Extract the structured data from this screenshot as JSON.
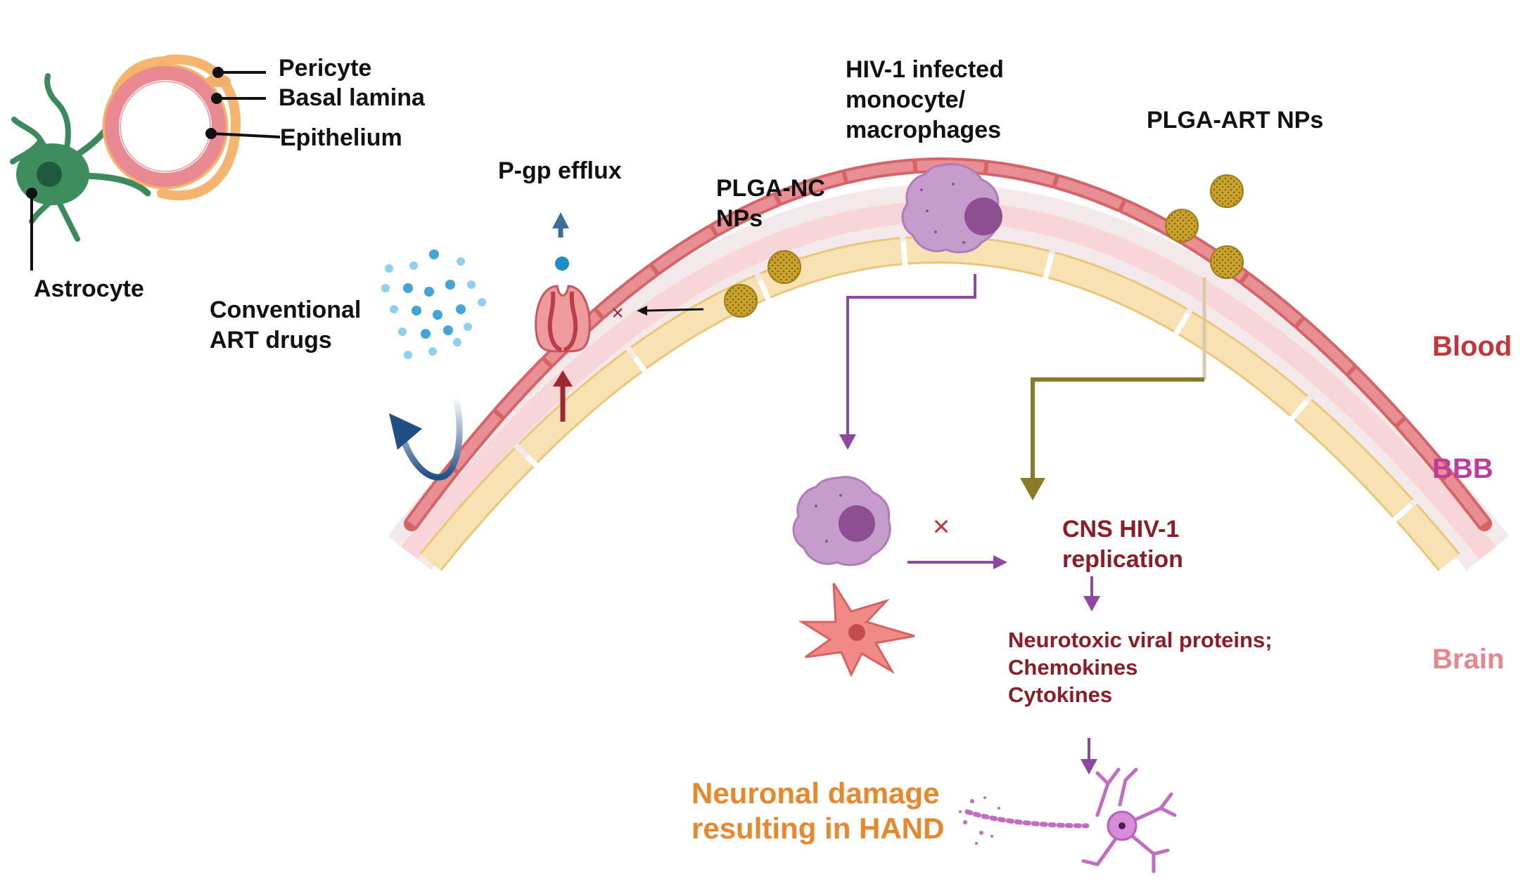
{
  "labels": {
    "pericyte": "Pericyte",
    "basal_lamina": "Basal lamina",
    "epithelium": "Epithelium",
    "astrocyte": "Astrocyte",
    "pgp_efflux": "P-gp efflux",
    "plga_nc_line1": "PLGA-NC",
    "plga_nc_line2": "NPs",
    "conventional_line1": "Conventional",
    "conventional_line2": "ART drugs",
    "hiv_line1": "HIV-1 infected",
    "hiv_line2": "monocyte/",
    "hiv_line3": "macrophages",
    "plga_art": "PLGA-ART NPs",
    "blood": "Blood",
    "bbb": "BBB",
    "brain": "Brain",
    "cns_line1": "CNS HIV-1",
    "cns_line2": "replication",
    "neuro_line1": "Neurotoxic viral proteins;",
    "neuro_line2": "Chemokines",
    "neuro_line3": "Cytokines",
    "damage_line1": "Neuronal damage",
    "damage_line2": "resulting in HAND",
    "block_symbol": "×"
  },
  "colors": {
    "blood_label": "#c6343b",
    "bbb_label": "#c23a9a",
    "brain_label": "#e9858c",
    "endothelium": "#e28a8c",
    "astro_feet": "#f6dfae",
    "nanoparticle": "#c9a22a",
    "drug_dot": "#3fa6d6",
    "monocyte": "#c59ccc",
    "hiv_arrow": "#8e48a4",
    "nc_arrow": "#8a7a28",
    "efflux_up": "#a0262d",
    "efflux_top": "#3c6e9c",
    "curved_arrow": "#1f4f85",
    "astrocyte": "#3a8a5c",
    "pericyte": "#f6b56e",
    "microglia": "#ef8a86",
    "neuron": "#c36cc4"
  }
}
